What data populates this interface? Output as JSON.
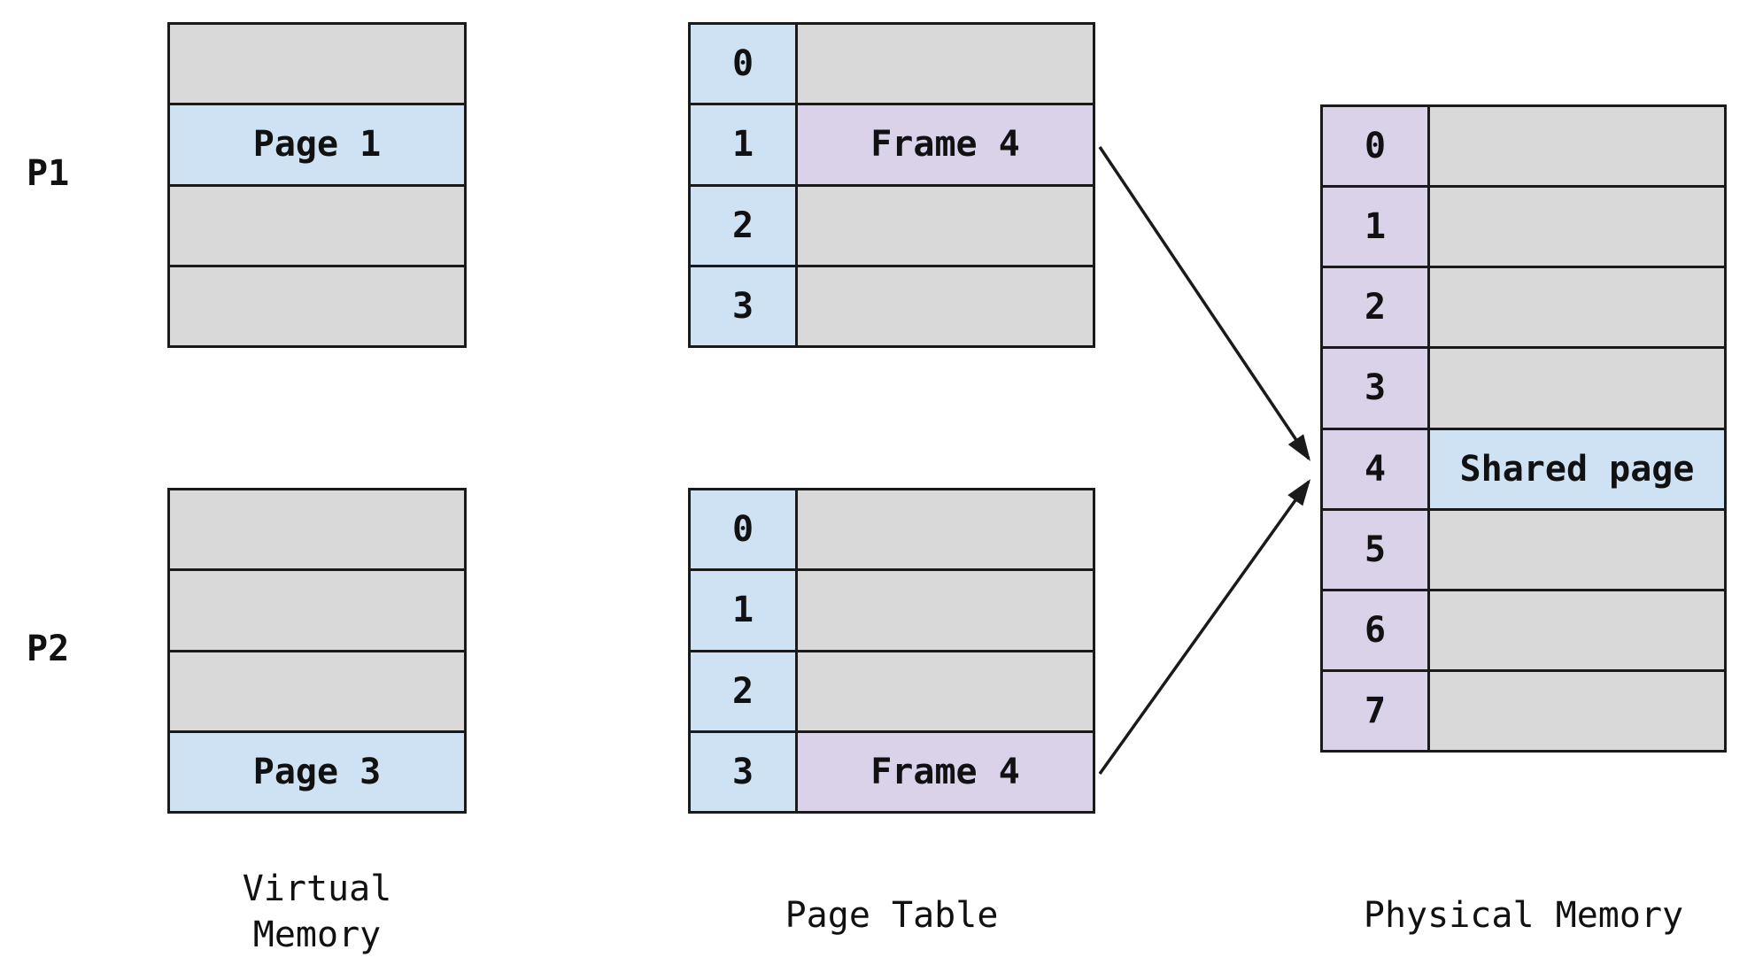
{
  "labels": {
    "p1": "P1",
    "p2": "P2"
  },
  "captions": {
    "virtual_memory_line1": "Virtual",
    "virtual_memory_line2": "Memory",
    "page_table": "Page Table",
    "physical_memory": "Physical Memory"
  },
  "p1": {
    "virtual_memory": {
      "rows": [
        "",
        "Page 1",
        "",
        ""
      ],
      "highlight_index": 1
    },
    "page_table": {
      "indices": [
        "0",
        "1",
        "2",
        "3"
      ],
      "values": [
        "",
        "Frame 4",
        "",
        ""
      ],
      "highlight_index": 1
    }
  },
  "p2": {
    "virtual_memory": {
      "rows": [
        "",
        "",
        "",
        "Page 3"
      ],
      "highlight_index": 3
    },
    "page_table": {
      "indices": [
        "0",
        "1",
        "2",
        "3"
      ],
      "values": [
        "",
        "",
        "",
        "Frame 4"
      ],
      "highlight_index": 3
    }
  },
  "physical_memory": {
    "indices": [
      "0",
      "1",
      "2",
      "3",
      "4",
      "5",
      "6",
      "7"
    ],
    "values": [
      "",
      "",
      "",
      "",
      "Shared page",
      "",
      "",
      ""
    ],
    "highlight_index": 4
  },
  "colors": {
    "gray": "#d9d9d9",
    "blue": "#cfe2f3",
    "purple": "#d9d2e9",
    "border": "#1a1a1a"
  }
}
